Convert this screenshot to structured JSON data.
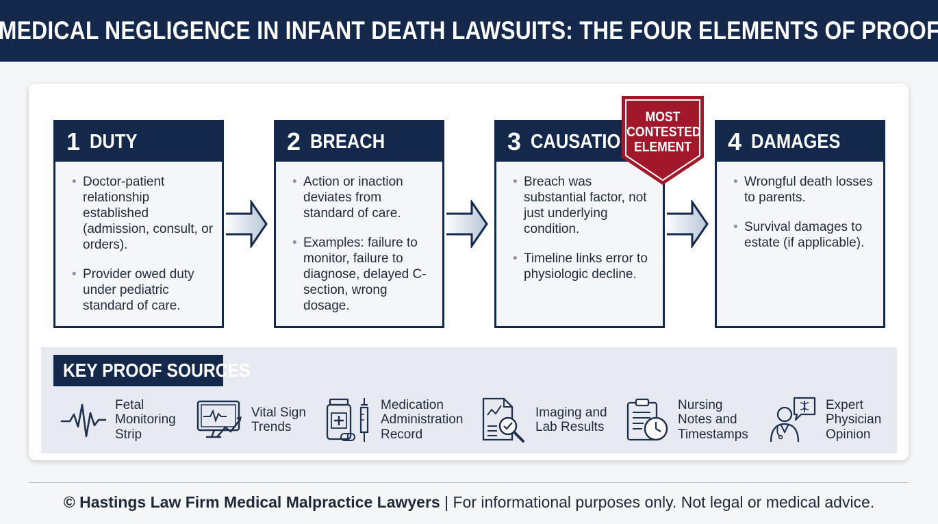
{
  "header": {
    "title": "MEDICAL NEGLIGENCE IN INFANT DEATH LAWSUITS: THE FOUR ELEMENTS OF PROOF"
  },
  "steps": [
    {
      "number": "1",
      "title": "DUTY",
      "bullets": [
        "Doctor-patient relationship established (admission, consult, or orders).",
        "Provider owed duty under pediatric standard of care."
      ]
    },
    {
      "number": "2",
      "title": "BREACH",
      "bullets": [
        "Action or inaction deviates from standard of care.",
        "Examples: failure to monitor, failure to diagnose, delayed C-section, wrong dosage."
      ]
    },
    {
      "number": "3",
      "title": "CAUSATION",
      "bullets": [
        "Breach was substantial factor, not just underlying condition.",
        "Timeline links error to physiologic decline."
      ]
    },
    {
      "number": "4",
      "title": "DAMAGES",
      "bullets": [
        "Wrongful death losses to parents.",
        "Survival damages to estate (if applicable)."
      ]
    }
  ],
  "badge": {
    "lines": [
      "MOST",
      "CONTESTED",
      "ELEMENT"
    ],
    "color": "#a3172b"
  },
  "sources": {
    "title": "KEY PROOF SOURCES",
    "items": [
      {
        "icon": "heartbeat-icon",
        "lines": [
          "Fetal",
          "Monitoring",
          "Strip"
        ]
      },
      {
        "icon": "monitor-trend-icon",
        "lines": [
          "Vital Sign",
          "Trends"
        ]
      },
      {
        "icon": "medication-icon",
        "lines": [
          "Medication",
          "Administration",
          "Record"
        ]
      },
      {
        "icon": "document-magnifier-icon",
        "lines": [
          "Imaging and",
          "Lab Results"
        ]
      },
      {
        "icon": "clipboard-clock-icon",
        "lines": [
          "Nursing",
          "Notes and",
          "Timestamps"
        ]
      },
      {
        "icon": "doctor-icon",
        "lines": [
          "Expert",
          "Physician",
          "Opinion"
        ]
      }
    ]
  },
  "footer": {
    "firm": "© Hastings Law Firm Medical Malpractice Lawyers",
    "note": " | For informational purposes only. Not legal or medical advice."
  },
  "colors": {
    "navy": "#14284b",
    "badge_red": "#a3172b",
    "source_panel": "#e7ebf1"
  }
}
